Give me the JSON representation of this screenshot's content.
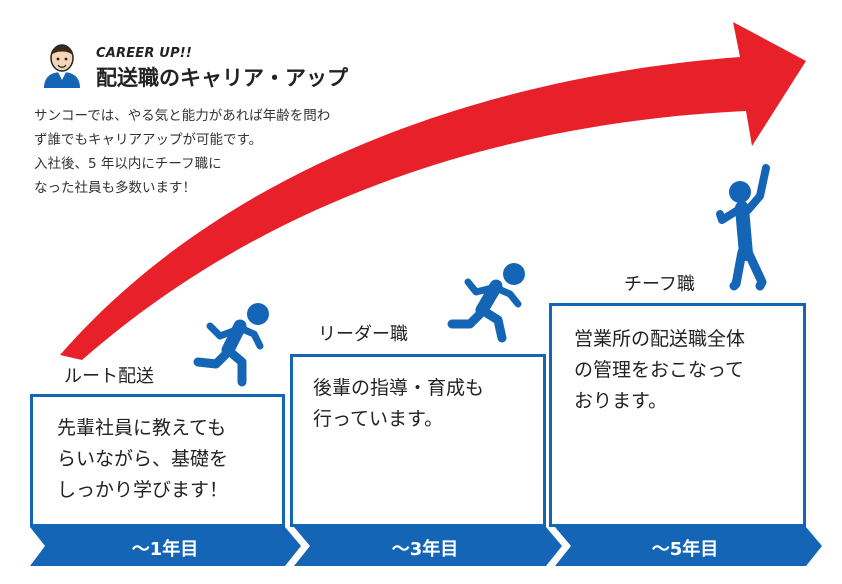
{
  "header": {
    "badge": "CAREER UP!!",
    "title": "配送職のキャリア・アップ",
    "avatar_icon": "person-avatar-icon"
  },
  "intro": {
    "lines": [
      "サンコーでは、やる気と能力があれば年齢を問わ",
      "ず誰でもキャリアアップが可能です。",
      "入社後、5 年以内にチーフ職に",
      "なった社員も多数います！"
    ]
  },
  "stages": [
    {
      "label": "ルート配送",
      "description_lines": [
        "先輩社員に教えても",
        "らいながら、基礎を",
        "しっかり学びます！"
      ],
      "period": "～1年目",
      "figure_icon": "running-person-icon"
    },
    {
      "label": "リーダー職",
      "description_lines": [
        "後輩の指導・育成も",
        "行っています。"
      ],
      "period": "～3年目",
      "figure_icon": "running-person-icon"
    },
    {
      "label": "チーフ職",
      "description_lines": [
        "営業所の配送職全体",
        "の管理をおこなって",
        "おります。"
      ],
      "period": "～5年目",
      "figure_icon": "cheering-person-icon"
    }
  ],
  "colors": {
    "arrow": "#e8202a",
    "accent_blue": "#1565b7",
    "text": "#222222"
  }
}
